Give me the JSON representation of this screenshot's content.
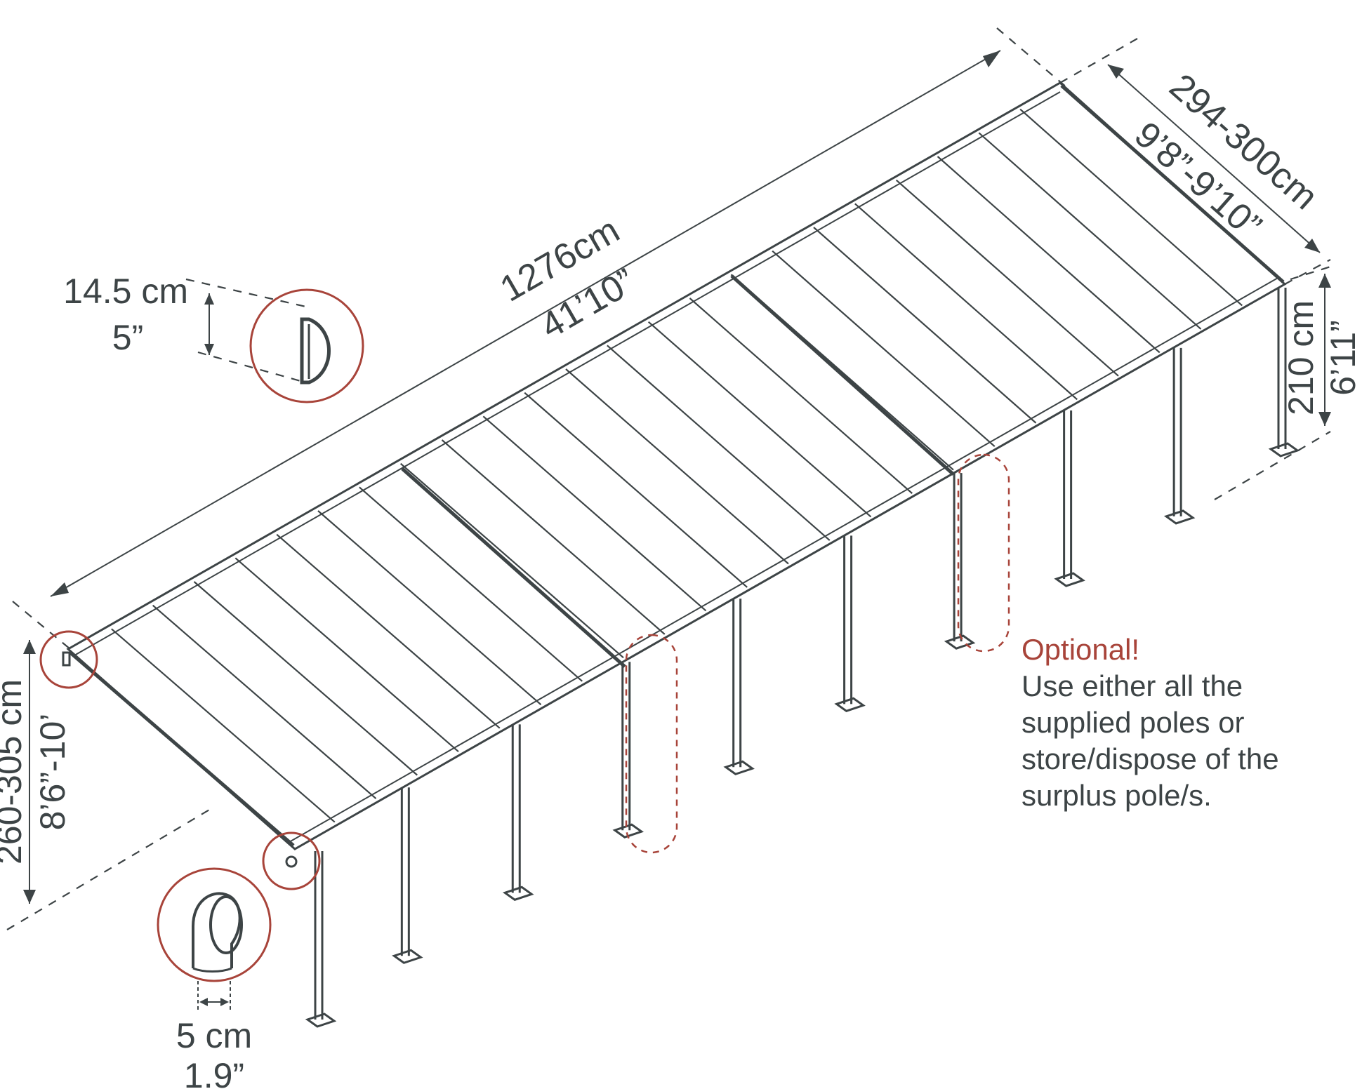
{
  "dimensions": {
    "length": {
      "metric": "1276cm",
      "imperial": "41’10”"
    },
    "depth": {
      "metric": "294-300cm",
      "imperial": "9’8”-9’10”"
    },
    "back_height": {
      "metric": "210 cm",
      "imperial": "6’11”"
    },
    "front_height": {
      "metric": "260-305 cm",
      "imperial": "8’6”-10’"
    },
    "wall_bracket": {
      "metric": "14.5 cm",
      "imperial": "5”"
    },
    "post": {
      "metric": "5 cm",
      "imperial": "1.9”"
    }
  },
  "note": {
    "title": "Optional!",
    "lines": [
      "Use either all the",
      "supplied poles or",
      "store/dispose of the",
      "surplus pole/s."
    ]
  },
  "colors": {
    "ink": "#3d4446",
    "accent": "#a8443a"
  }
}
